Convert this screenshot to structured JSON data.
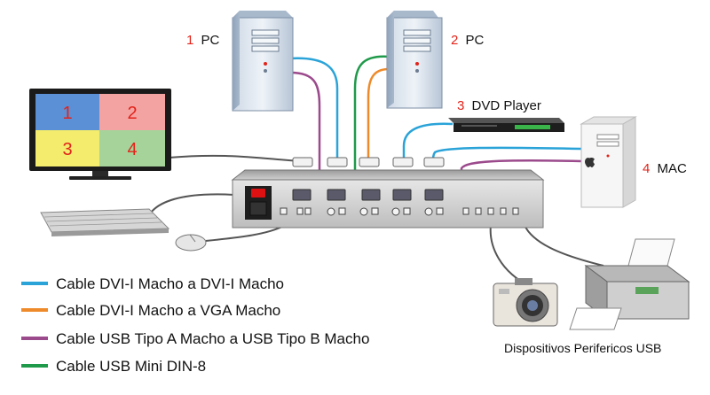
{
  "colors": {
    "dvi": "#2aa3d8",
    "vga": "#ee8a2a",
    "usb": "#9b4a8c",
    "din": "#1f9a4a",
    "accent_number": "#e2231a",
    "cable_gray": "#555555"
  },
  "devices": [
    {
      "number": "1",
      "label": "PC"
    },
    {
      "number": "2",
      "label": "PC"
    },
    {
      "number": "3",
      "label": "DVD Player"
    },
    {
      "number": "4",
      "label": "MAC"
    }
  ],
  "monitor": {
    "quadrants": [
      {
        "number": "1",
        "color": "#5b8fd6"
      },
      {
        "number": "2",
        "color": "#f4a3a3"
      },
      {
        "number": "3",
        "color": "#f3ec6c"
      },
      {
        "number": "4",
        "color": "#a6d39a"
      }
    ]
  },
  "legend": [
    {
      "label": "Cable DVI-I Macho a DVI-I Macho",
      "color": "#2aa3d8"
    },
    {
      "label": "Cable DVI-I Macho a VGA Macho",
      "color": "#ee8a2a"
    },
    {
      "label": "Cable USB Tipo A Macho a USB Tipo B Macho",
      "color": "#9b4a8c"
    },
    {
      "label": "Cable USB Mini DIN-8",
      "color": "#1f9a4a"
    }
  ],
  "peripherals": {
    "label": "Dispositivos Perifericos USB"
  }
}
